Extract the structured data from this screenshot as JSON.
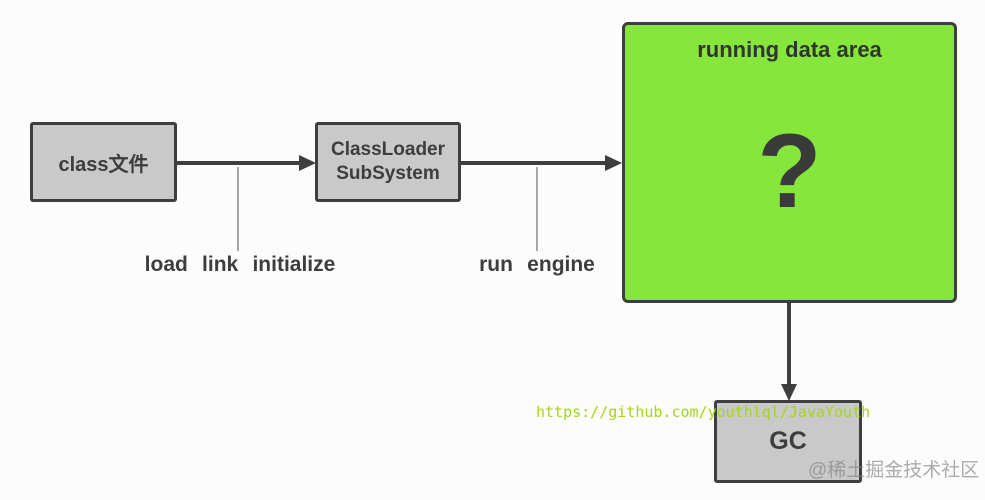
{
  "colors": {
    "page_bg": "#fcfcfc",
    "node_fill": "#c9c9c9",
    "node_border": "#3e3e3e",
    "running_fill": "#87e63c",
    "arrow_color": "#3e3e3e",
    "label_color": "#3d3d3d",
    "watermark_green": "#a3d61c",
    "watermark_gray": "rgba(128,128,128,0.65)"
  },
  "nodes": {
    "class_file": {
      "label": "class文件"
    },
    "classloader": {
      "line1": "ClassLoader",
      "line2": "SubSystem"
    },
    "running_data_area": {
      "title": "running data area",
      "content": "?"
    },
    "gc": {
      "label": "GC"
    }
  },
  "edge_labels": {
    "load": "load link initialize",
    "run": "run engine"
  },
  "watermarks": {
    "github_url": "https://github.com/youthlql/JavaYouth",
    "community": "@稀土掘金技术社区"
  }
}
